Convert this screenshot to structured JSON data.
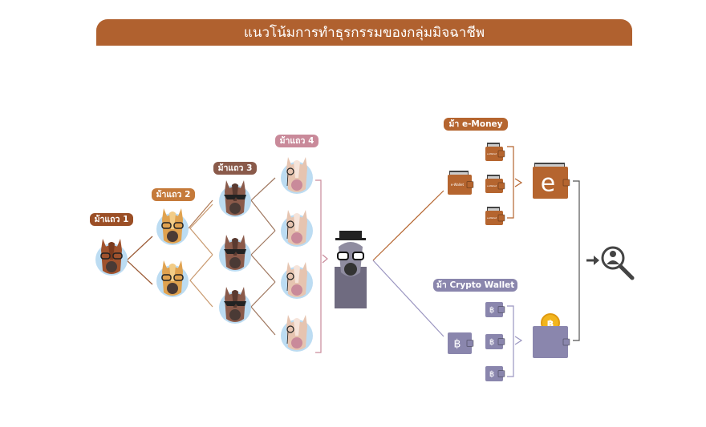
{
  "title": "แนวโน้มการทำธุรกรรมของกลุ่มมิจฉาชีพ",
  "labels": {
    "row1": "ม้าแถว 1",
    "row2": "ม้าแถว 2",
    "row3": "ม้าแถว 3",
    "row4": "ม้าแถว 4",
    "emoney": "ม้า e-Money",
    "crypto": "ม้า Crypto Wallet"
  },
  "wallet_text": {
    "ewallet": "e-Wallet",
    "big_e": "e",
    "bitcoin": "฿"
  },
  "colors": {
    "title": "#b0612f",
    "row1": "#9b4f26",
    "row2": "#c57a3a",
    "row3": "#8a5a4a",
    "row4": "#c98a9a",
    "emoney": "#b5652f",
    "crypto": "#8a86ad",
    "coin": "#f2b51d"
  },
  "icons": {
    "detective": "magnifier-person-icon",
    "arrow": "arrow-right-icon"
  }
}
